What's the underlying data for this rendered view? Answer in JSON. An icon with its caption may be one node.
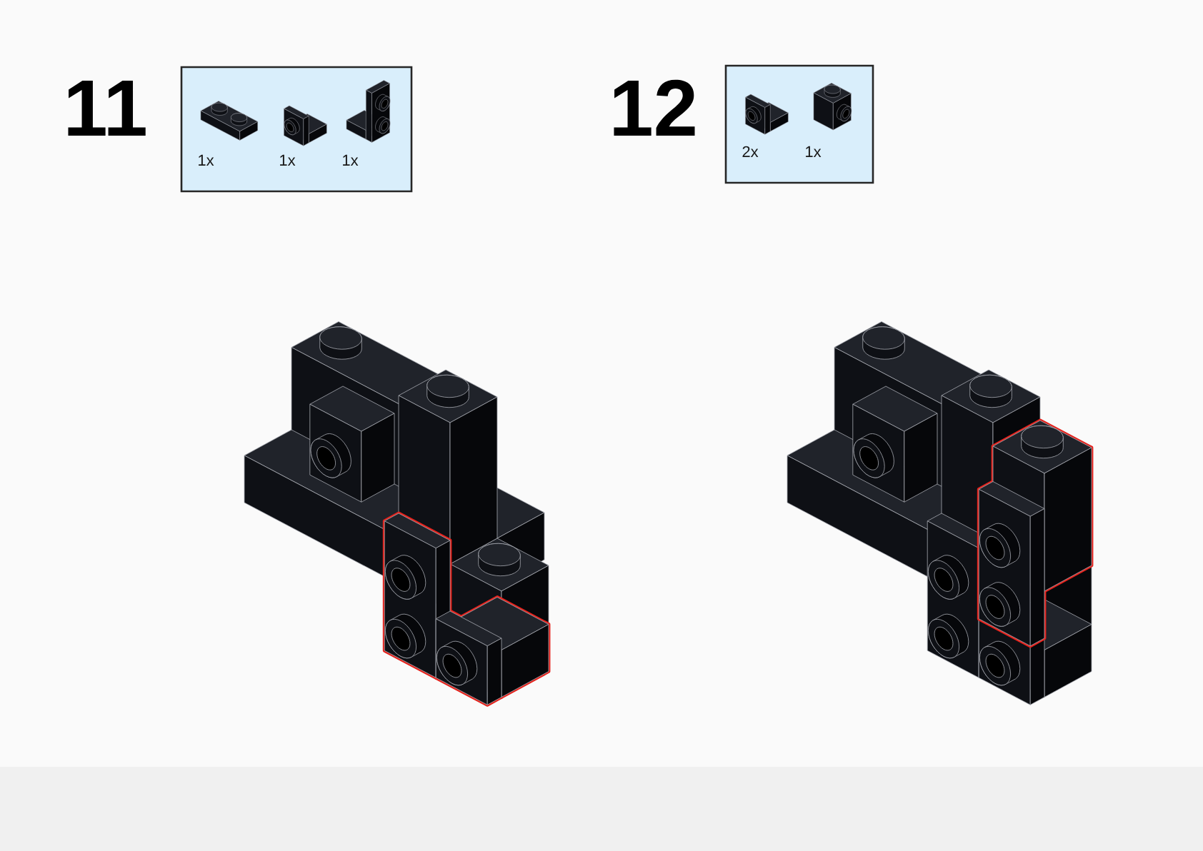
{
  "diagram": {
    "nodes": [
      {
        "text": [
          "1x",
          "1x",
          "1x"
        ]
      },
      {
        "text": [
          "2x",
          "1x"
        ]
      }
    ],
    "labels": [
      "11",
      "12"
    ]
  }
}
